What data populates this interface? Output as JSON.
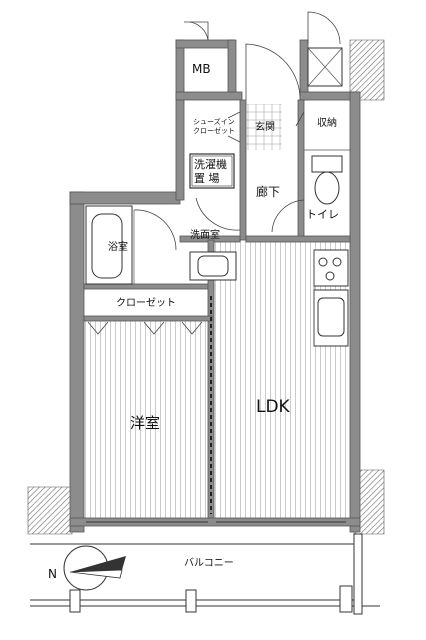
{
  "rooms": {
    "mb": "MB",
    "shoes_closet": "シューズイン\nクローゼット",
    "genkan": "玄関",
    "storage": "収納",
    "laundry": "洗濯機\n置 場",
    "hallway": "廊下",
    "toilet": "トイレ",
    "bath": "浴室",
    "washroom": "洗面室",
    "closet": "クローゼット",
    "western_room": "洋室",
    "ldk": "LDK",
    "balcony": "バルコニー"
  },
  "compass": {
    "north_label": "N"
  }
}
